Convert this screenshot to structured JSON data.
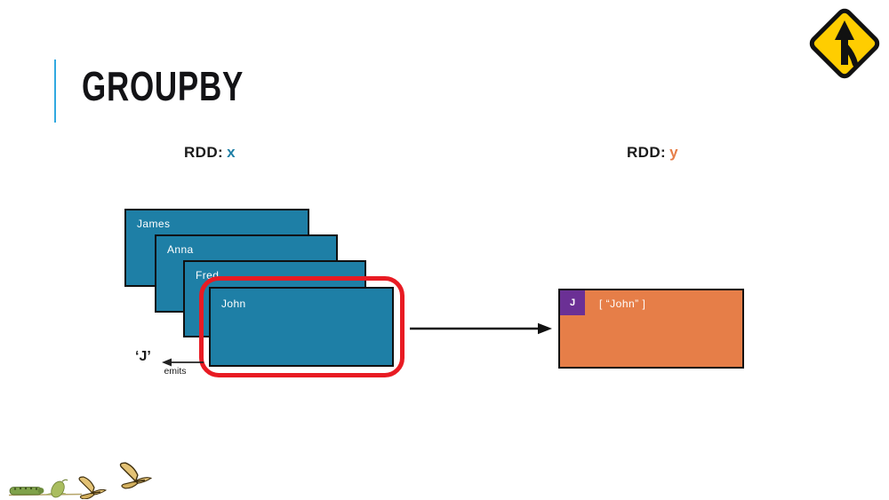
{
  "slide": {
    "title": "GROUPBY"
  },
  "rdd_x": {
    "label_prefix": "RDD:",
    "label_value": "x",
    "cards": [
      {
        "label": "James",
        "highlighted": false
      },
      {
        "label": "Anna",
        "highlighted": false
      },
      {
        "label": "Fred",
        "highlighted": false
      },
      {
        "label": "John",
        "highlighted": true
      }
    ]
  },
  "rdd_y": {
    "label_prefix": "RDD:",
    "label_value": "y",
    "result": {
      "key": "J",
      "value": "[ “John” ]"
    }
  },
  "emits": {
    "symbol": "‘J’",
    "label": "emits"
  },
  "icons": {
    "top_right": "merge-traffic-sign",
    "bottom_left": "caterpillar-to-butterfly-metamorphosis"
  },
  "colors": {
    "accent_line": "#31A9E0",
    "card_fill": "#1E7FA6",
    "card_border": "#101010",
    "highlight_ring": "#E81B23",
    "rdd_x_value": "#1E7FA6",
    "rdd_y_value": "#E67E48",
    "result_fill": "#E67E48",
    "key_chip_fill": "#6B3095",
    "sign_yellow": "#FFCD00"
  }
}
